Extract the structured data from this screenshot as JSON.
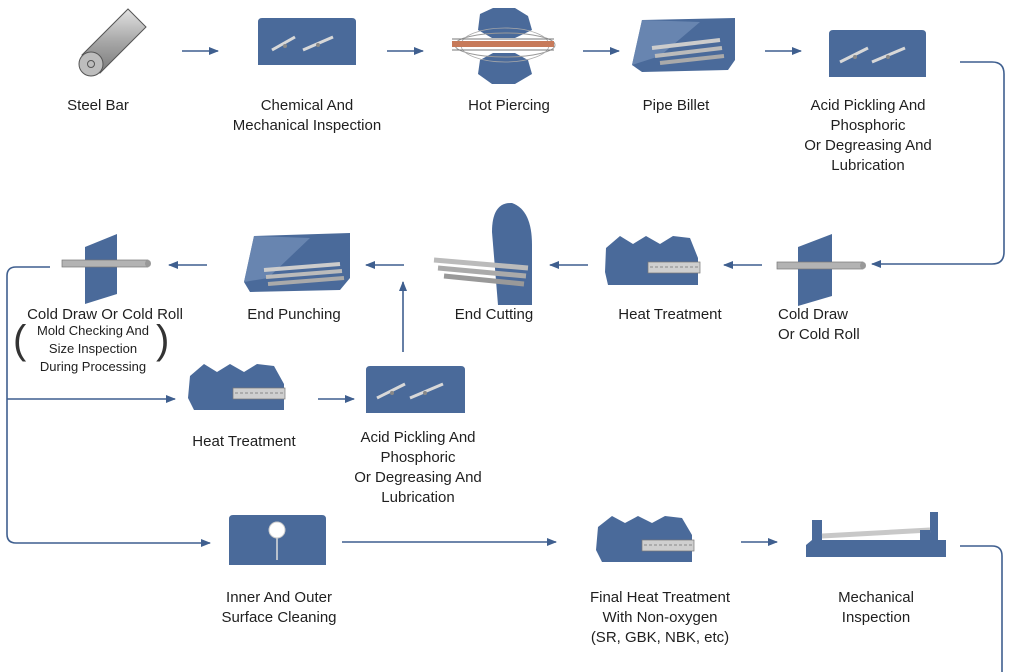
{
  "steps": {
    "steel_bar": "Steel Bar",
    "chem_inspection": "Chemical And\nMechanical Inspection",
    "hot_piercing": "Hot Piercing",
    "pipe_billet": "Pipe Billet",
    "acid_pickling_1": "Acid Pickling And\nPhosphoric\nOr Degreasing And\nLubrication",
    "cold_draw_1": "Cold Draw\nOr Cold Roll",
    "heat_treatment_1": "Heat Treatment",
    "end_cutting": "End Cutting",
    "end_punching": "End Punching",
    "cold_draw_2": "Cold Draw Or Cold Roll",
    "mold_checking": "Mold Checking And\nSize Inspection\nDuring Processing",
    "heat_treatment_2": "Heat Treatment",
    "acid_pickling_2": "Acid Pickling And\nPhosphoric\nOr Degreasing And\nLubrication",
    "surface_cleaning": "Inner And Outer\nSurface Cleaning",
    "final_heat": "Final Heat Treatment\nWith Non-oxygen\n(SR, GBK, NBK, etc)",
    "mech_inspection": "Mechanical\nInspection"
  },
  "colors": {
    "accent": "#4a6a9a",
    "arrow": "#3f5f8f",
    "steel": "#b8b8b8"
  },
  "icons": [
    "steel-bar-icon",
    "inspection-box-icon",
    "hot-piercing-icon",
    "pipe-billet-icon",
    "acid-pickling-icon",
    "cold-draw-icon",
    "heat-treatment-icon",
    "end-cutting-icon",
    "end-punching-icon",
    "surface-cleaning-icon",
    "mechanical-inspection-icon"
  ]
}
